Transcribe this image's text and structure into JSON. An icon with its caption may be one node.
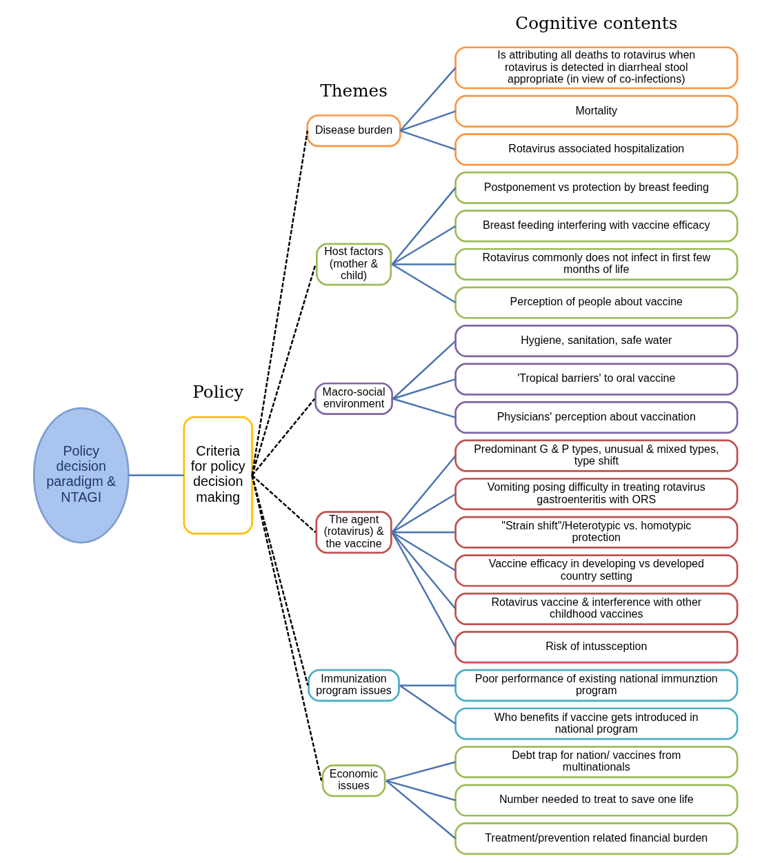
{
  "diagram": {
    "nodes": [
      {
        "text": [
          "Policy decision paradigm & NTAGI"
        ]
      },
      {
        "text": [
          "Criteria for policy decision making"
        ]
      },
      {
        "text": [
          "Disease burden"
        ]
      },
      {
        "text": [
          "Host factors (mother & child)"
        ]
      },
      {
        "text": [
          "Macro-social environment"
        ]
      },
      {
        "text": [
          "The agent (rotavirus) & the vaccine"
        ]
      },
      {
        "text": [
          "Immunization program issues"
        ]
      },
      {
        "text": [
          "Economic issues"
        ]
      },
      {
        "text": [
          "Is attributing all deaths to rotavirus when rotavirus is detected in diarrheal stool appropriate (in view of co-infections)"
        ]
      },
      {
        "text": [
          "Mortality"
        ]
      },
      {
        "text": [
          "Rotavirus associated hospitalization"
        ]
      },
      {
        "text": [
          "Postponement vs protection by breast feeding"
        ]
      },
      {
        "text": [
          "Breast feeding interfering with vaccine efficacy"
        ]
      },
      {
        "text": [
          "Rotavirus commonly does not infect in first few months of life"
        ]
      },
      {
        "text": [
          "Perception of people about vaccine"
        ]
      },
      {
        "text": [
          "Hygiene, sanitation, safe water"
        ]
      },
      {
        "text": [
          "'Tropical barriers' to oral vaccine"
        ]
      },
      {
        "text": [
          "Physicians' perception about vaccination"
        ]
      },
      {
        "text": [
          "Predominant G & P types, unusual & mixed types, type shift"
        ]
      },
      {
        "text": [
          "Vomiting posing difficulty in treating rotavirus gastroenteritis with ORS"
        ]
      },
      {
        "text": [
          "\"Strain shift\"/Heterotypic vs. homotypic protection"
        ]
      },
      {
        "text": [
          "Vaccine efficacy in developing vs developed country setting"
        ]
      },
      {
        "text": [
          "Rotavirus vaccine & interference with other childhood vaccines"
        ]
      },
      {
        "text": [
          "Risk of intussception"
        ]
      },
      {
        "text": [
          "Poor performance of existing national immunztion program"
        ]
      },
      {
        "text": [
          "Who benefits if vaccine gets introduced in national program"
        ]
      },
      {
        "text": [
          "Debt trap for nation/ vaccines from multinationals"
        ]
      },
      {
        "text": [
          "Number needed to treat to save one life"
        ]
      },
      {
        "text": [
          "Treatment/prevention related financial burden"
        ]
      }
    ],
    "edges": [
      {
        "from": 0,
        "to": 1,
        "arrow": "none"
      },
      {
        "from": 1,
        "to": 2,
        "arrow": "none",
        "style": "dashed",
        "color": "#000000"
      },
      {
        "from": 1,
        "to": 3,
        "arrow": "none",
        "style": "dashed",
        "color": "#000000"
      },
      {
        "from": 1,
        "to": 4,
        "arrow": "none",
        "style": "dashed",
        "color": "#000000"
      },
      {
        "from": 1,
        "to": 5,
        "arrow": "none",
        "style": "dashed",
        "color": "#000000"
      },
      {
        "from": 1,
        "to": 6,
        "arrow": "none",
        "style": "dashed",
        "color": "#000000"
      },
      {
        "from": 1,
        "to": 7,
        "arrow": "none",
        "style": "dashed",
        "color": "#000000"
      },
      {
        "from": 2,
        "to": 8,
        "arrow": "none"
      },
      {
        "from": 2,
        "to": 9,
        "arrow": "none"
      },
      {
        "from": 2,
        "to": 10,
        "arrow": "none"
      },
      {
        "from": 3,
        "to": 11,
        "arrow": "none"
      },
      {
        "from": 3,
        "to": 12,
        "arrow": "none"
      },
      {
        "from": 3,
        "to": 13,
        "arrow": "none"
      },
      {
        "from": 3,
        "to": 14,
        "arrow": "none"
      },
      {
        "from": 4,
        "to": 15,
        "arrow": "none"
      },
      {
        "from": 4,
        "to": 16,
        "arrow": "none"
      },
      {
        "from": 4,
        "to": 17,
        "arrow": "none"
      },
      {
        "from": 5,
        "to": 18,
        "arrow": "none"
      },
      {
        "from": 5,
        "to": 19,
        "arrow": "none"
      },
      {
        "from": 5,
        "to": 20,
        "arrow": "none"
      },
      {
        "from": 5,
        "to": 21,
        "arrow": "none"
      },
      {
        "from": 5,
        "to": 22,
        "arrow": "none"
      },
      {
        "from": 5,
        "to": 23,
        "arrow": "none"
      },
      {
        "from": 6,
        "to": 24,
        "arrow": "none"
      },
      {
        "from": 6,
        "to": 25,
        "arrow": "none"
      },
      {
        "from": 7,
        "to": 26,
        "arrow": "none"
      },
      {
        "from": 7,
        "to": 27,
        "arrow": "none"
      },
      {
        "from": 7,
        "to": 28,
        "arrow": "none"
      }
    ],
    "labels": [
      "Policy",
      "Themes",
      "Cognitive contents"
    ]
  }
}
